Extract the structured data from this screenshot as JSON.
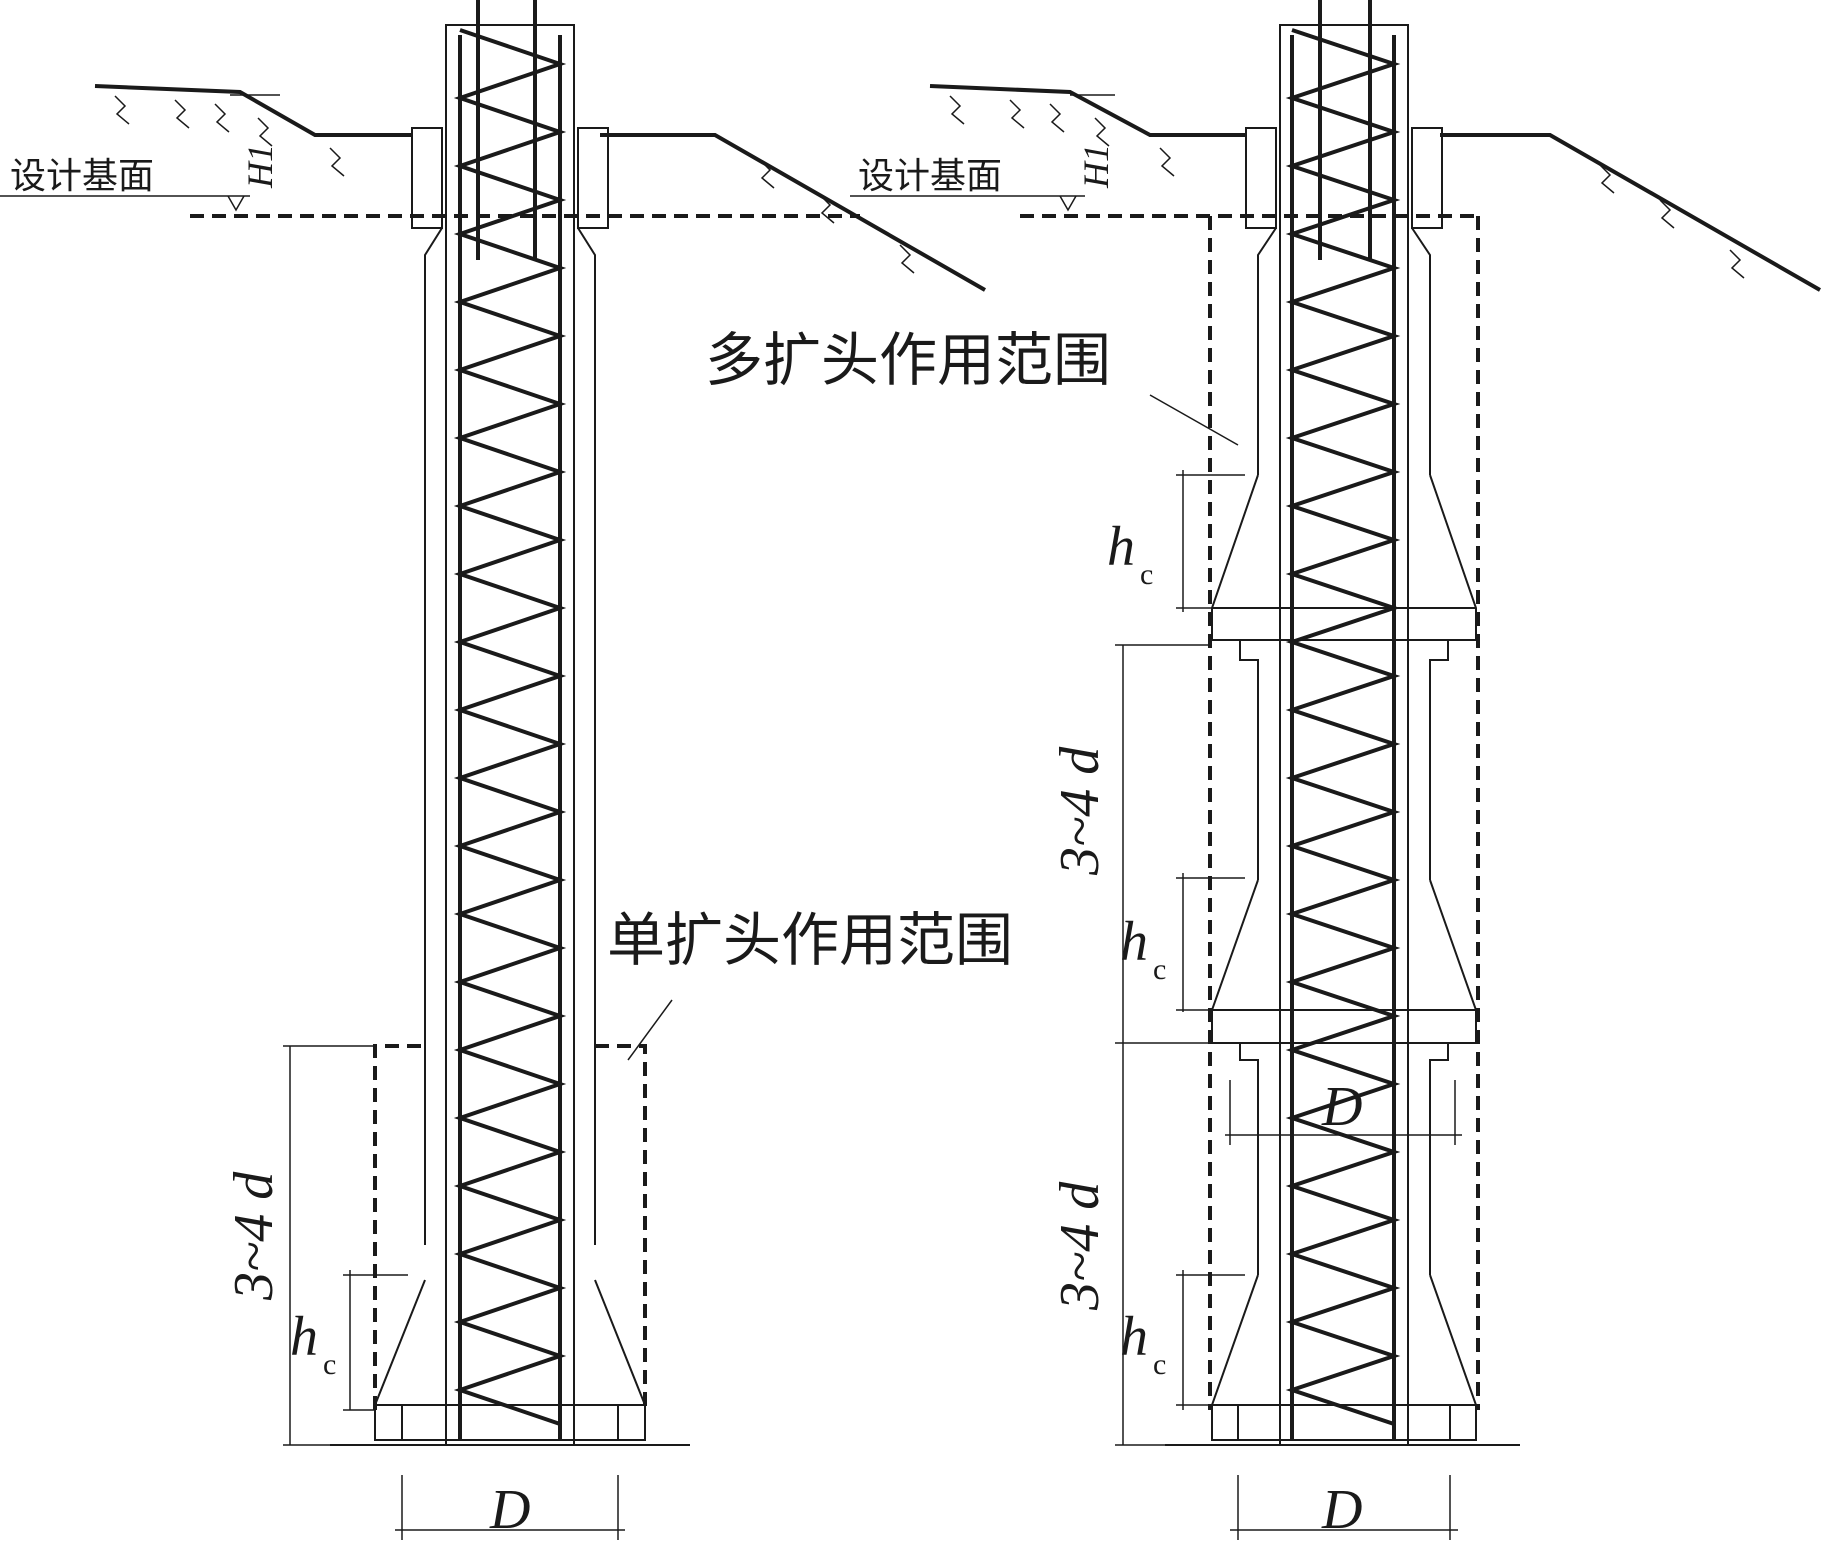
{
  "diagram": {
    "left_pile": {
      "ground_label": "设计基面",
      "height_label": "H1",
      "range_label": "单扩头作用范围",
      "spacing_label": "3~4 d",
      "hc_main": "h",
      "hc_sub": "c",
      "diameter_label": "D"
    },
    "right_pile": {
      "ground_label": "设计基面",
      "height_label": "H1",
      "range_label": "多扩头作用范围",
      "spacing_label_upper": "3~4 d",
      "spacing_label_lower": "3~4 d",
      "hc_main": "h",
      "hc_sub": "c",
      "inner_diameter_label": "D",
      "diameter_label": "D"
    },
    "colors": {
      "line": "#1a1a1a",
      "background": "#ffffff"
    }
  }
}
